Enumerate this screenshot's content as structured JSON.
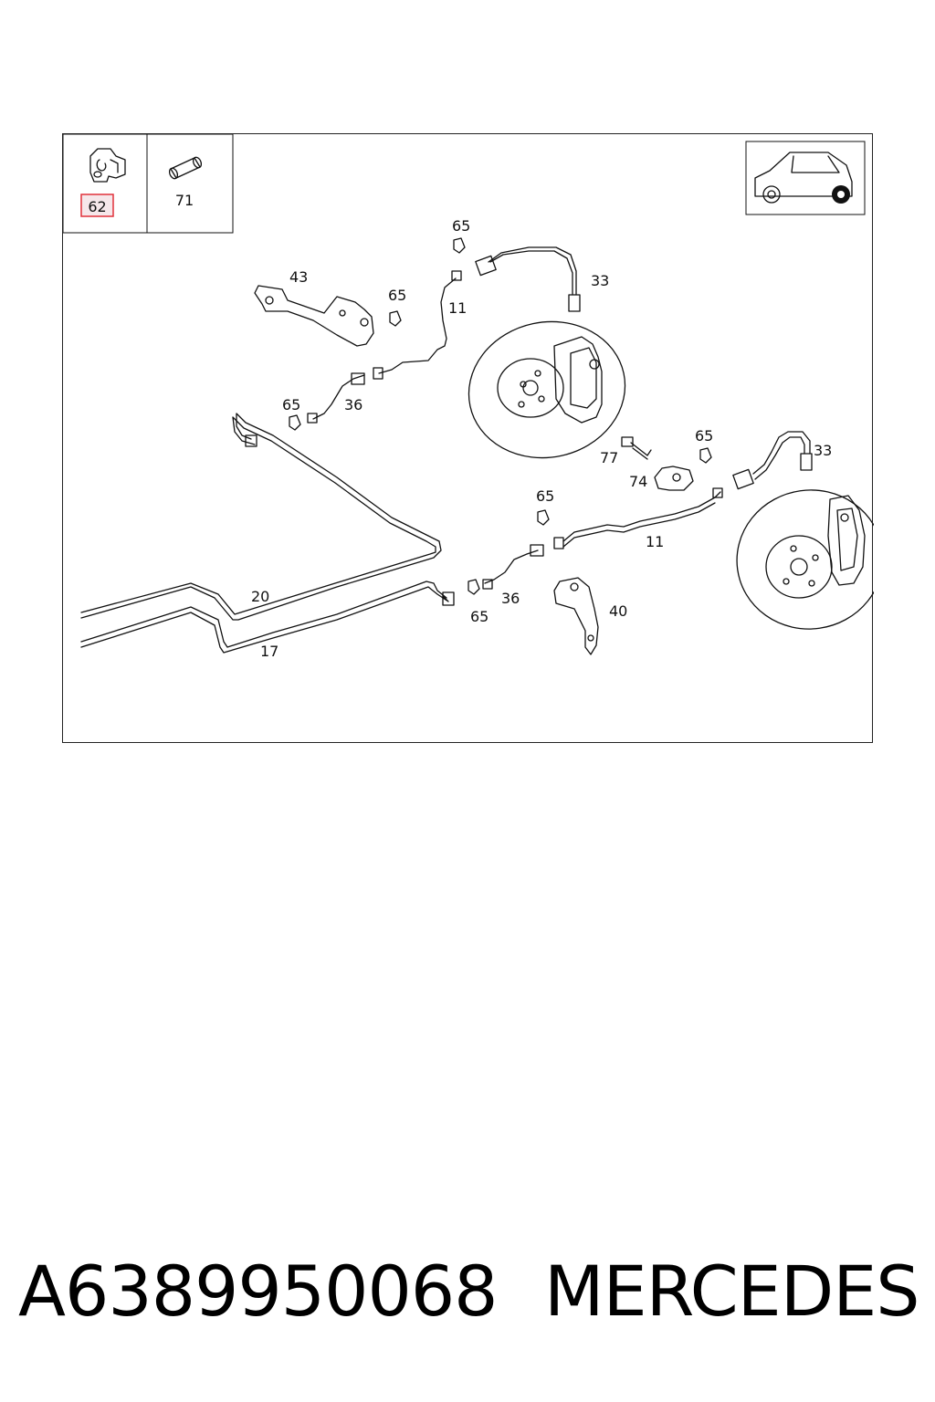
{
  "legend": {
    "highlighted_callout": "62",
    "second_callout": "71",
    "highlight_color": "#e0303a"
  },
  "callouts": {
    "c43": "43",
    "c65a": "65",
    "c65b": "65",
    "c11a": "11",
    "c33a": "33",
    "c65c": "65",
    "c36a": "36",
    "c77": "77",
    "c74": "74",
    "c65d": "65",
    "c33b": "33",
    "c65e": "65",
    "c11b": "11",
    "c20": "20",
    "c17": "17",
    "c36b": "36",
    "c65f": "65",
    "c40": "40"
  },
  "footer": {
    "part_number": "A6389950068",
    "brand": "MERCEDES"
  }
}
